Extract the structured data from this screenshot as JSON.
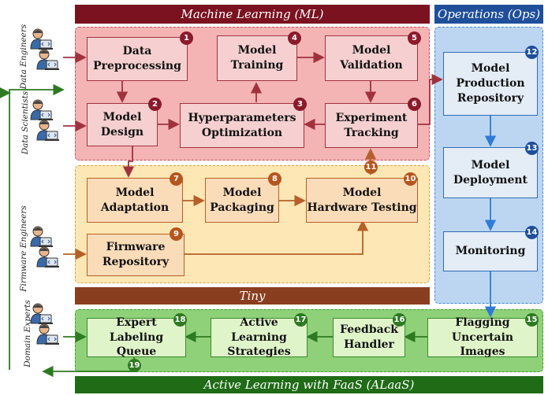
{
  "sections": {
    "ml": "Machine Learning (ML)",
    "ops": "Operations (Ops)",
    "tiny": "Tiny",
    "alaas": "Active Learning with FaaS (ALaaS)"
  },
  "roles": {
    "data_engineers": "Data Engineers",
    "data_scientists": "Data Scientists",
    "firmware_engineers": "Firmware Engineers",
    "domain_experts": "Domain Experts"
  },
  "steps": {
    "s1": {
      "num": "1",
      "label": "Data\nPreprocessing"
    },
    "s2": {
      "num": "2",
      "label": "Model\nDesign"
    },
    "s3": {
      "num": "3",
      "label": "Hyperparameters\nOptimization"
    },
    "s4": {
      "num": "4",
      "label": "Model\nTraining"
    },
    "s5": {
      "num": "5",
      "label": "Model\nValidation"
    },
    "s6": {
      "num": "6",
      "label": "Experiment\nTracking"
    },
    "s7": {
      "num": "7",
      "label": "Model\nAdaptation"
    },
    "s8": {
      "num": "8",
      "label": "Model\nPackaging"
    },
    "s9": {
      "num": "9",
      "label": "Firmware\nRepository"
    },
    "s10": {
      "num": "10",
      "label": "Model\nHardware Testing"
    },
    "s11": {
      "num": "11"
    },
    "s12": {
      "num": "12",
      "label": "Model\nProduction\nRepository"
    },
    "s13": {
      "num": "13",
      "label": "Model\nDeployment"
    },
    "s14": {
      "num": "14",
      "label": "Monitoring"
    },
    "s15": {
      "num": "15",
      "label": "Flagging Uncertain\nImages"
    },
    "s16": {
      "num": "16",
      "label": "Feedback\nHandler"
    },
    "s17": {
      "num": "17",
      "label": "Active Learning\nStrategies"
    },
    "s18": {
      "num": "18",
      "label": "Expert Labeling\nQueue"
    },
    "s19": {
      "num": "19"
    }
  },
  "colors": {
    "ml_band": "#7a1220",
    "ml_region": "#f4b4b4",
    "ml_accent": "#a0323e",
    "ops_band": "#1f4f9a",
    "ops_region": "#bcd6f2",
    "ops_accent": "#2f7bd6",
    "tiny_band": "#8a3e20",
    "tiny_region": "#fde7b4",
    "tiny_accent": "#b5602a",
    "al_band": "#1f6b16",
    "al_region": "#8fd179",
    "al_accent": "#2e7a22"
  },
  "icons": [
    "engineer-laptop-icon"
  ]
}
